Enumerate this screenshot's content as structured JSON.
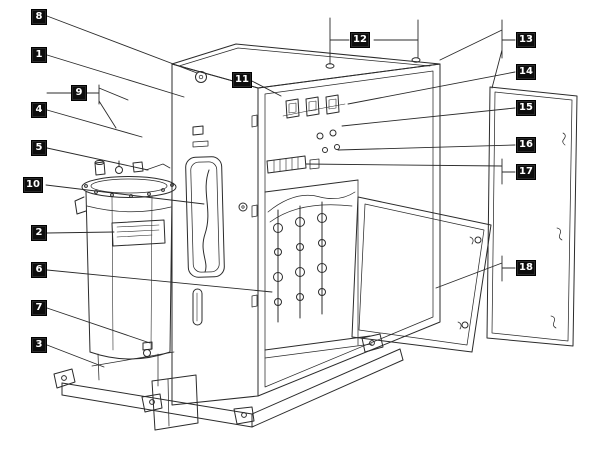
{
  "figure": {
    "type": "annotated-parts-diagram",
    "subject": "Line drawing of an industrial electrical cabinet with cylindrical tank on a skid base, access door open",
    "background_color": "#ffffff",
    "line_color": "#2b2b2b",
    "callout_box_color": "#0d0d0d",
    "callout_text_color": "#ffffff"
  },
  "callouts": [
    {
      "num": "8"
    },
    {
      "num": "1"
    },
    {
      "num": "9"
    },
    {
      "num": "4"
    },
    {
      "num": "5"
    },
    {
      "num": "10"
    },
    {
      "num": "2"
    },
    {
      "num": "6"
    },
    {
      "num": "7"
    },
    {
      "num": "3"
    },
    {
      "num": "11"
    },
    {
      "num": "12"
    },
    {
      "num": "13"
    },
    {
      "num": "14"
    },
    {
      "num": "15"
    },
    {
      "num": "16"
    },
    {
      "num": "17"
    },
    {
      "num": "18"
    }
  ]
}
